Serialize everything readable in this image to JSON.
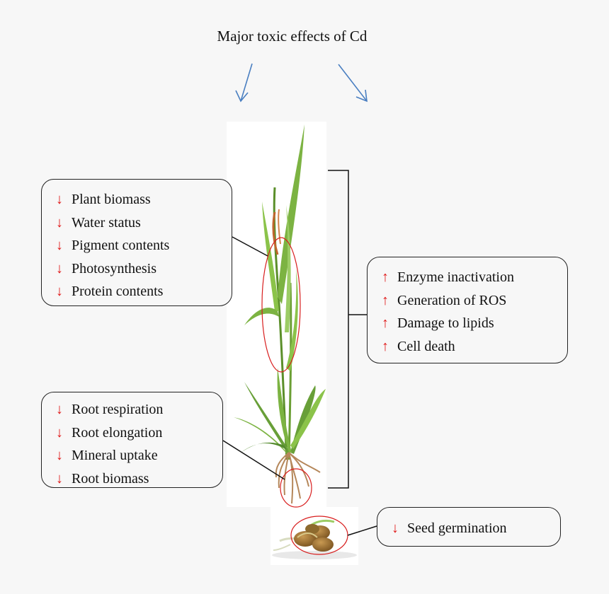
{
  "title": "Major toxic effects of Cd",
  "colors": {
    "down_arrow": "#e01818",
    "up_arrow": "#e01818",
    "pointer_arrow": "#4a7fc1",
    "highlight_circle": "#d81e1e"
  },
  "symbols": {
    "down": "↓",
    "up": "↑"
  },
  "shoot_effects": [
    "Plant biomass",
    "Water status",
    "Pigment contents",
    "Photosynthesis",
    "Protein contents"
  ],
  "root_effects": [
    "Root respiration",
    "Root elongation",
    "Mineral uptake",
    "Root biomass"
  ],
  "cellular_effects": [
    "Enzyme inactivation",
    "Generation of ROS",
    "Damage to lipids",
    "Cell death"
  ],
  "seed_effects": [
    "Seed germination"
  ],
  "images": [
    "wheat-plant-illustration",
    "germinating-seeds-illustration"
  ]
}
